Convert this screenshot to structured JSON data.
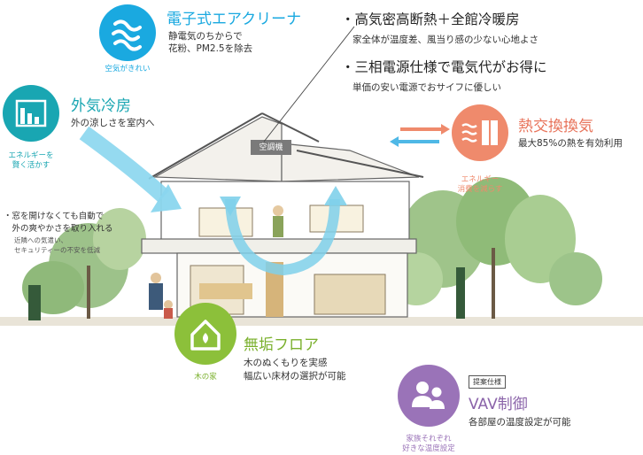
{
  "electronic_cleaner": {
    "title": "電子式エアクリーナ",
    "desc1": "静電気のちからで",
    "desc2": "花粉、PM2.5を除去",
    "badge": "空気がきれい"
  },
  "bullets": [
    {
      "head": "・高気密高断熱＋全館冷暖房",
      "sub": "家全体が温度差、風当り感の少ない心地よさ"
    },
    {
      "head": "・三相電源仕様で電気代がお得に",
      "sub": "単価の安い電源でおサイフに優しい"
    }
  ],
  "outdoor_cooling": {
    "title": "外気冷房",
    "desc": "外の涼しさを室内へ",
    "badge1": "エネルギーを",
    "badge2": "賢く活かす",
    "note1": "・窓を開けなくても自動で",
    "note2": "　外の爽やかさを取り入れる",
    "small1": "近隣への気遣い、",
    "small2": "セキュリティーの不安を低減"
  },
  "heat_exchange": {
    "title": "熱交換換気",
    "desc": "最大85%の熱を有効利用",
    "badge1": "エネルギー",
    "badge2": "消費を減らす"
  },
  "aircon_label": "空調機",
  "floor": {
    "title": "無垢フロア",
    "desc1": "木のぬくもりを実感",
    "desc2": "幅広い床材の選択が可能",
    "badge": "木の家"
  },
  "vav": {
    "tag": "提案仕様",
    "title": "VAV制御",
    "desc": "各部屋の温度設定が可能",
    "badge1": "家族それぞれ",
    "badge2": "好きな温度設定"
  },
  "colors": {
    "teal": "#19a6b2",
    "sky": "#1aa9e0",
    "orange": "#ef8a6c",
    "green": "#8cc03a",
    "purple": "#9a73b8"
  }
}
